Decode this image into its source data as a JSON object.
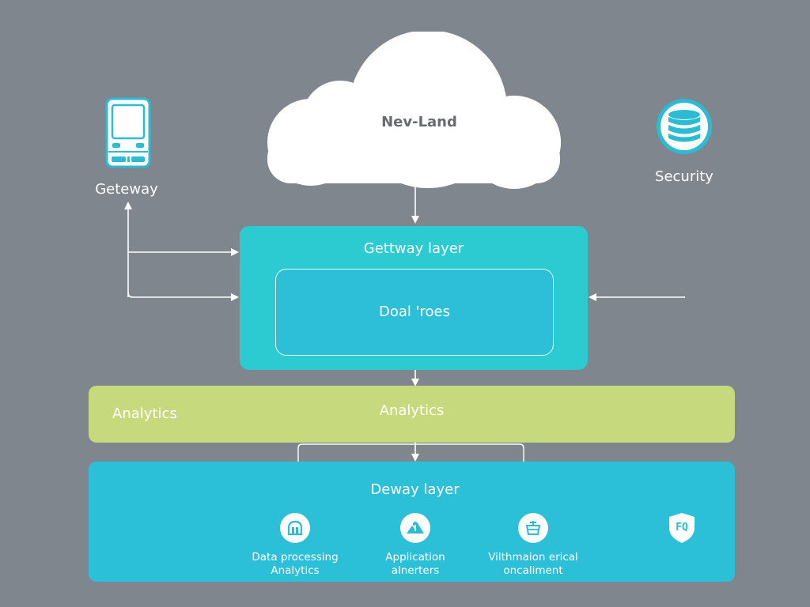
{
  "diagram": {
    "cloud": {
      "label": "Nev-Land",
      "icon": "cloud-shape"
    },
    "left_node": {
      "label": "Geteway",
      "icon": "mobile-device-icon"
    },
    "right_node": {
      "label": "Security",
      "icon": "database-icon"
    },
    "gateway_layer": {
      "title": "Gettway layer",
      "inner_label": "Doal 'roes"
    },
    "analytics_bar": {
      "left_label": "Analytics",
      "center_label": "Analytics"
    },
    "deway_layer": {
      "title": "Deway layer",
      "modules": [
        {
          "icon": "home-icon",
          "line1": "Data processing",
          "line2": "Analytics"
        },
        {
          "icon": "mountain-image-icon",
          "line1": "Application",
          "line2": "alnerters"
        },
        {
          "icon": "basket-icon",
          "line1": "Vilthmaion erical",
          "line2": "oncaliment"
        }
      ],
      "badge": {
        "icon": "shield-icon",
        "text": "FQ"
      }
    },
    "colors": {
      "background": "#80868d",
      "cloud": "#ffffff",
      "gateway_layer": "#2ccbd2",
      "inner_box": "#2dbfd8",
      "analytics": "#c6d97c",
      "deway_layer": "#2bc0d8",
      "icon_accent": "#2bbcd4",
      "connector": "#ffffff"
    }
  }
}
